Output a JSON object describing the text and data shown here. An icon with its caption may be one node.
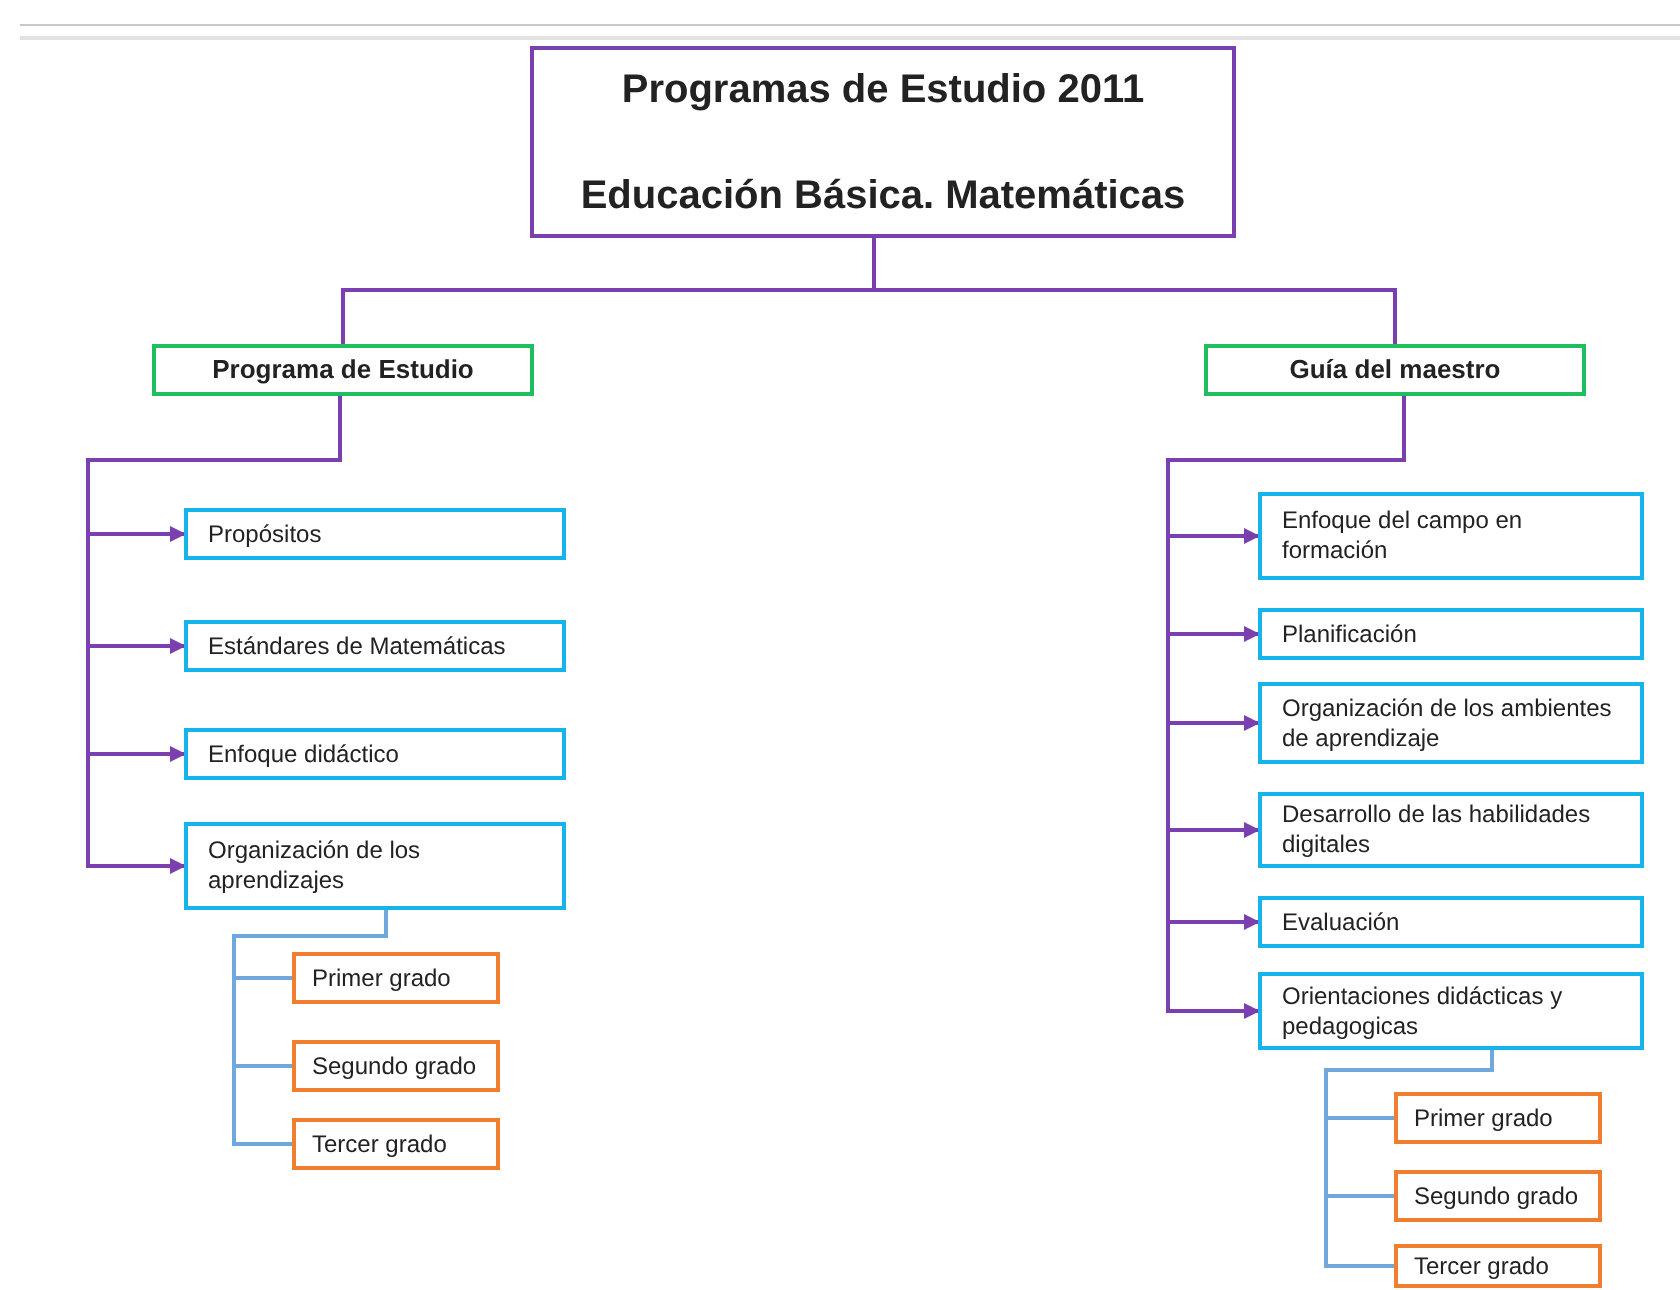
{
  "diagram": {
    "nodes": [
      {
        "text": [
          "Programas de Estudio 2011",
          "Educación Básica. Matemáticas"
        ]
      },
      {
        "text": [
          "Programa de Estudio"
        ]
      },
      {
        "text": [
          "Guía del maestro"
        ]
      },
      {
        "text": [
          "Propósitos"
        ]
      },
      {
        "text": [
          "Estándares de Matemáticas"
        ]
      },
      {
        "text": [
          "Enfoque didáctico"
        ]
      },
      {
        "text": [
          "Organización de los aprendizajes"
        ]
      },
      {
        "text": [
          "Primer grado"
        ]
      },
      {
        "text": [
          "Segundo grado"
        ]
      },
      {
        "text": [
          "Tercer grado"
        ]
      },
      {
        "text": [
          "Enfoque del campo en formación"
        ]
      },
      {
        "text": [
          "Planificación"
        ]
      },
      {
        "text": [
          "Organización de los ambientes de aprendizaje"
        ]
      },
      {
        "text": [
          "Desarrollo de las habilidades digitales"
        ]
      },
      {
        "text": [
          "Evaluación"
        ]
      },
      {
        "text": [
          "Orientaciones didácticas y pedagogicas"
        ]
      },
      {
        "text": [
          "Primer grado"
        ]
      },
      {
        "text": [
          "Segundo grado"
        ]
      },
      {
        "text": [
          "Tercer grado"
        ]
      }
    ],
    "edges": [
      {
        "from": 0,
        "to": 1,
        "arrow": "none"
      },
      {
        "from": 0,
        "to": 2,
        "arrow": "none"
      },
      {
        "from": 1,
        "to": 3,
        "arrow": "to"
      },
      {
        "from": 1,
        "to": 4,
        "arrow": "to"
      },
      {
        "from": 1,
        "to": 5,
        "arrow": "to"
      },
      {
        "from": 1,
        "to": 6,
        "arrow": "to"
      },
      {
        "from": 2,
        "to": 10,
        "arrow": "to"
      },
      {
        "from": 2,
        "to": 11,
        "arrow": "to"
      },
      {
        "from": 2,
        "to": 12,
        "arrow": "to"
      },
      {
        "from": 2,
        "to": 13,
        "arrow": "to"
      },
      {
        "from": 2,
        "to": 14,
        "arrow": "to"
      },
      {
        "from": 2,
        "to": 15,
        "arrow": "to"
      },
      {
        "from": 6,
        "to": 7,
        "arrow": "none",
        "color": "#6fa8dc"
      },
      {
        "from": 6,
        "to": 8,
        "arrow": "none",
        "color": "#6fa8dc"
      },
      {
        "from": 6,
        "to": 9,
        "arrow": "none",
        "color": "#6fa8dc"
      },
      {
        "from": 15,
        "to": 16,
        "arrow": "none",
        "color": "#6fa8dc"
      },
      {
        "from": 15,
        "to": 17,
        "arrow": "none",
        "color": "#6fa8dc"
      },
      {
        "from": 15,
        "to": 18,
        "arrow": "none",
        "color": "#6fa8dc"
      }
    ]
  }
}
